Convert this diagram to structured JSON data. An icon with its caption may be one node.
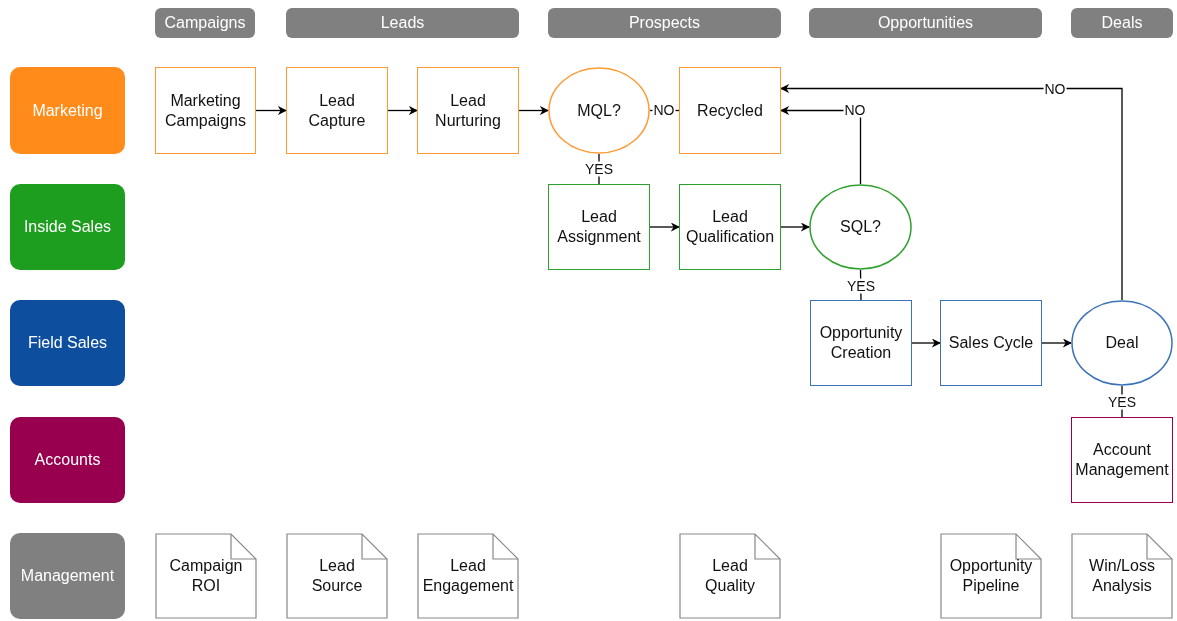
{
  "diagram": {
    "nodes": [
      {
        "text": [
          "Campaigns"
        ]
      },
      {
        "text": [
          "Leads"
        ]
      },
      {
        "text": [
          "Prospects"
        ]
      },
      {
        "text": [
          "Opportunities"
        ]
      },
      {
        "text": [
          "Deals"
        ]
      },
      {
        "text": [
          "Marketing"
        ]
      },
      {
        "text": [
          "Marketing Campaigns"
        ]
      },
      {
        "text": [
          "Lead Capture"
        ]
      },
      {
        "text": [
          "Lead Nurturing"
        ]
      },
      {
        "text": [
          "MQL?"
        ]
      },
      {
        "text": [
          "Recycled"
        ]
      },
      {
        "text": [
          "Inside Sales"
        ]
      },
      {
        "text": [
          "Lead Assignment"
        ]
      },
      {
        "text": [
          "Lead Qualification"
        ]
      },
      {
        "text": [
          "SQL?"
        ]
      },
      {
        "text": [
          "Field Sales"
        ]
      },
      {
        "text": [
          "Opportunity Creation"
        ]
      },
      {
        "text": [
          "Sales Cycle"
        ]
      },
      {
        "text": [
          "Deal"
        ]
      },
      {
        "text": [
          "Accounts"
        ]
      },
      {
        "text": [
          "Account Management"
        ]
      },
      {
        "text": [
          "Management"
        ]
      },
      {
        "text": [
          "Campaign ROI"
        ]
      },
      {
        "text": [
          "Lead Source"
        ]
      },
      {
        "text": [
          "Lead Engagement"
        ]
      },
      {
        "text": [
          "Lead Quality"
        ]
      },
      {
        "text": [
          "Opportunity Pipeline"
        ]
      },
      {
        "text": [
          "Win/Loss Analysis"
        ]
      }
    ],
    "edges": [
      {
        "from": 6,
        "to": 7,
        "arrow": "to"
      },
      {
        "from": 7,
        "to": 8,
        "arrow": "to"
      },
      {
        "from": 8,
        "to": 9,
        "arrow": "to"
      },
      {
        "from": 9,
        "to": 10,
        "arrow": "none",
        "label": "NO"
      },
      {
        "from": 9,
        "to": 12,
        "arrow": "none",
        "label": "YES"
      },
      {
        "from": 12,
        "to": 13,
        "arrow": "to"
      },
      {
        "from": 13,
        "to": 14,
        "arrow": "to"
      },
      {
        "from": 14,
        "to": 10,
        "arrow": "to",
        "label": "NO"
      },
      {
        "from": 14,
        "to": 16,
        "arrow": "none",
        "label": "YES"
      },
      {
        "from": 16,
        "to": 17,
        "arrow": "to"
      },
      {
        "from": 17,
        "to": 18,
        "arrow": "to"
      },
      {
        "from": 18,
        "to": 10,
        "arrow": "to",
        "label": "NO"
      },
      {
        "from": 18,
        "to": 20,
        "arrow": "none",
        "label": "YES"
      }
    ]
  }
}
